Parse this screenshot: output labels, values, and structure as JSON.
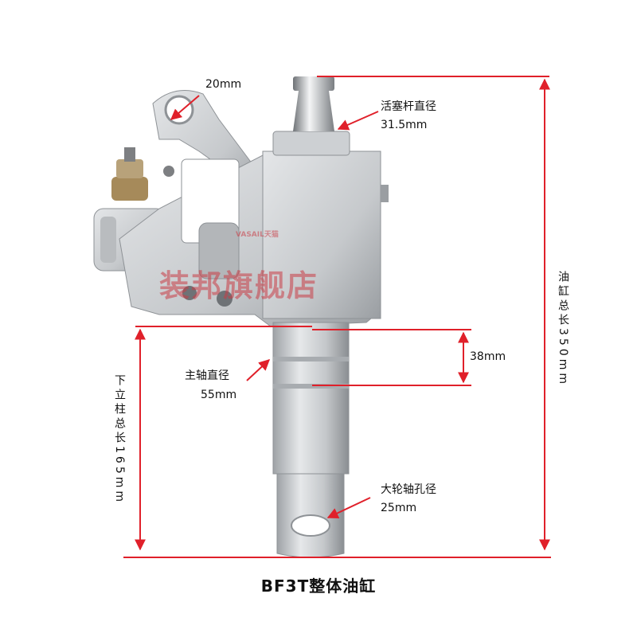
{
  "title": "BF3T整体油缸",
  "watermark": {
    "main": "装邦旗舰店",
    "small": "VASAIL天猫"
  },
  "dimensions": {
    "pin_hole": "20mm",
    "piston_rod_label": "活塞杆直径",
    "piston_rod_value": "31.5mm",
    "segment": "38mm",
    "main_shaft_label": "主轴直径",
    "main_shaft_value": "55mm",
    "wheel_hole_label": "大轮轴孔径",
    "wheel_hole_value": "25mm",
    "total_length": "油缸总长350mm",
    "lower_column": "下立柱总长165mm"
  },
  "colors": {
    "arrow": "#e0202a",
    "metal_light": "#d8dadc",
    "metal_dark": "#8e9296",
    "background": "#ffffff"
  }
}
